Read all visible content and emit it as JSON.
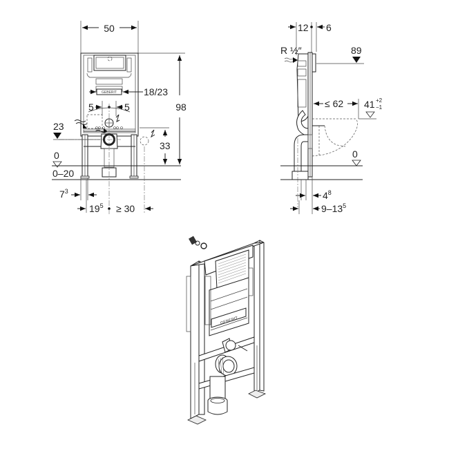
{
  "diagram": {
    "subject": "Wall-hung WC installation frame",
    "front_view": {
      "width_label": "50",
      "height_label": "98",
      "actuator_label": "18/23",
      "left_spacing_label": "5",
      "right_spacing_label": "5",
      "water_inlet_height_label": "23",
      "floor_level_label": "0",
      "floor_range_label": "0–20",
      "electrical_height_label": "33",
      "foot_offset_label": "7",
      "foot_offset_sup": "3",
      "center_offset_label": "19",
      "center_offset_sup": "5",
      "electrical_distance_label": "≥ 30"
    },
    "side_view": {
      "depth_label_a": "12",
      "depth_label_b": "6",
      "thread_label": "R ½″",
      "actuator_height_label": "89",
      "bowl_projection_label": "≤ 62",
      "seat_height_label": "41",
      "seat_height_sup": "+2",
      "seat_height_sub": "−1",
      "floor_level_label": "0",
      "frame_depth_label": "4",
      "frame_depth_sup": "8",
      "wall_distance_label": "9–13",
      "wall_distance_sup": "5"
    },
    "perspective_view": {
      "brand_plate": "GEBERIT"
    }
  }
}
